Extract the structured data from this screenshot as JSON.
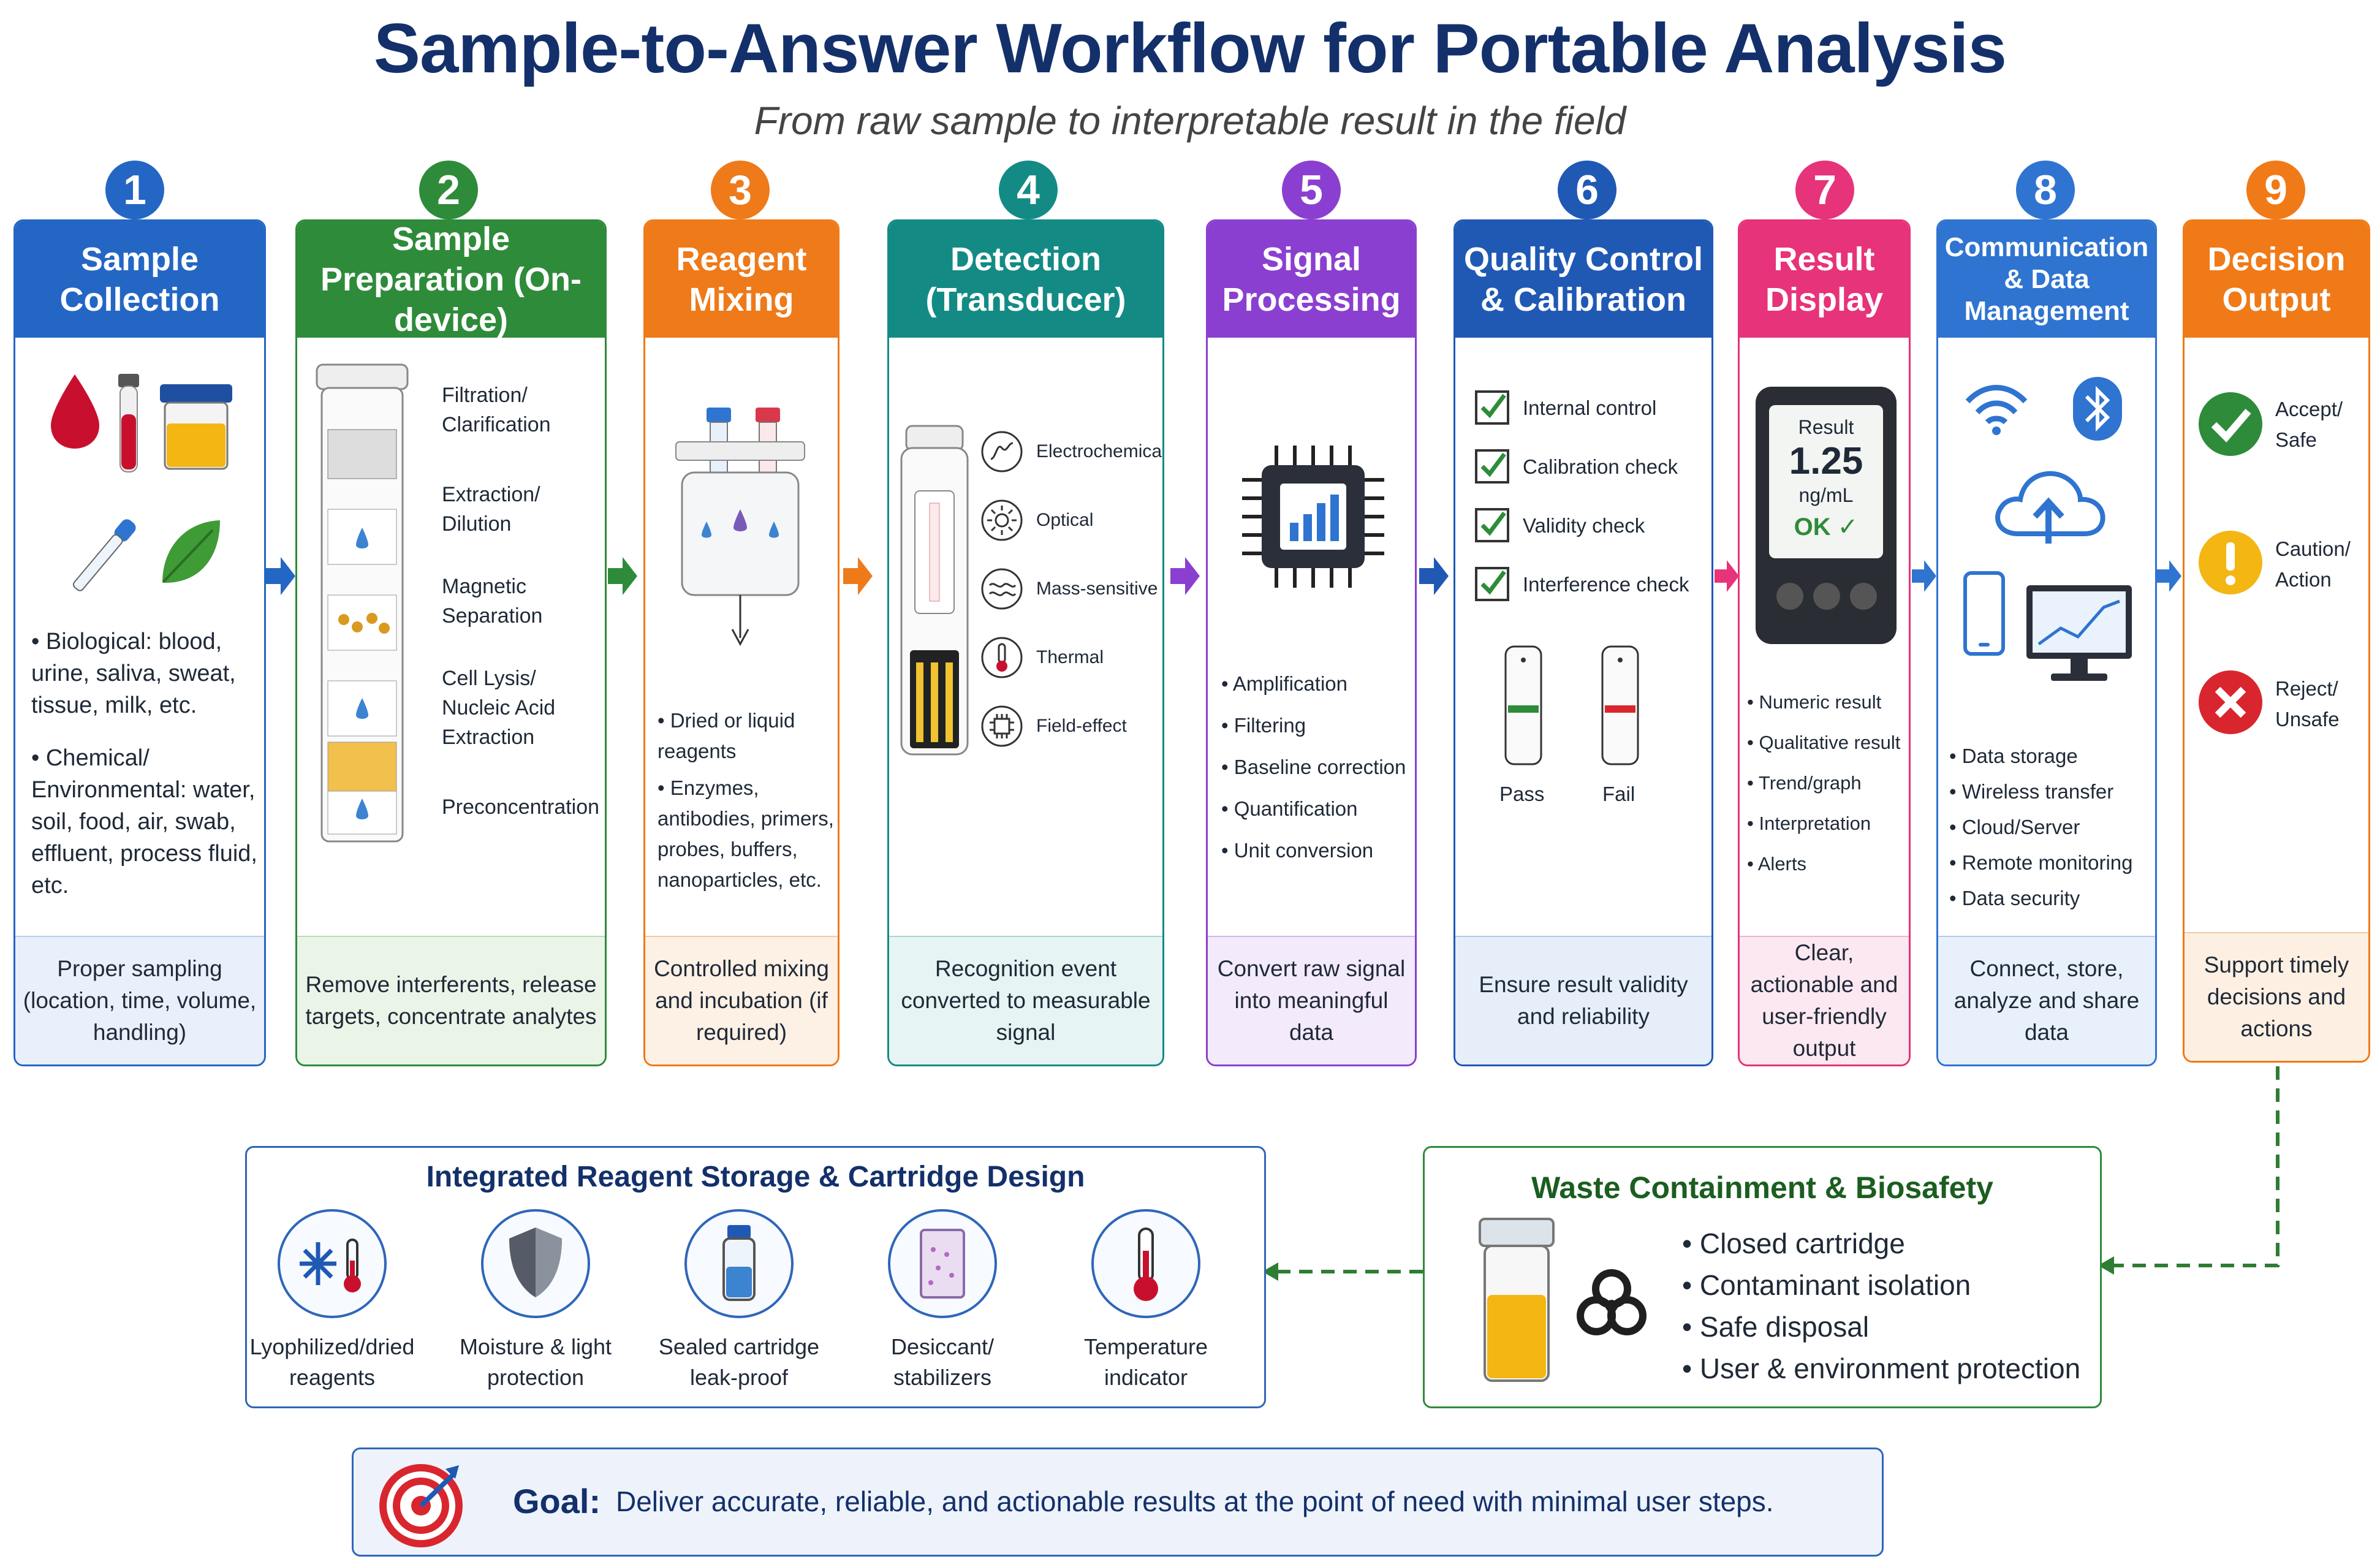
{
  "header": {
    "title": "Sample-to-Answer Workflow for Portable Analysis",
    "subtitle": "From raw sample to interpretable result in the field"
  },
  "colors": {
    "blue": "#2466c4",
    "green": "#2e8b3a",
    "orange": "#ee7a1a",
    "teal": "#138b84",
    "purple": "#8b3fd0",
    "navy": "#1f59b4",
    "pink": "#e6337a",
    "lightblue": "#2f74d0",
    "deeporange": "#f07a17"
  },
  "steps": [
    {
      "number": "1",
      "title": "Sample Collection",
      "bullets": [
        "Biological: blood, urine, saliva, sweat, tissue, milk, etc.",
        "Chemical/ Environmental: water, soil, food, air, swab, effluent, process fluid, etc."
      ],
      "footer": "Proper sampling (location, time, volume, handling)"
    },
    {
      "number": "2",
      "title": "Sample Preparation (On-device)",
      "labels": [
        "Filtration/ Clarification",
        "Extraction/ Dilution",
        "Magnetic Separation",
        "Cell Lysis/ Nucleic Acid Extraction",
        "Preconcentration"
      ],
      "footer": "Remove interferents, release targets, concentrate analytes"
    },
    {
      "number": "3",
      "title": "Reagent Mixing",
      "bullets": [
        "Dried or liquid reagents",
        "Enzymes, antibodies, primers, probes, buffers, nanoparticles, etc."
      ],
      "footer": "Controlled mixing and incubation (if required)"
    },
    {
      "number": "4",
      "title": "Detection (Transducer)",
      "labels": [
        "Electrochemical",
        "Optical",
        "Mass-sensitive",
        "Thermal",
        "Field-effect"
      ],
      "footer": "Recognition event converted to measurable signal"
    },
    {
      "number": "5",
      "title": "Signal Processing",
      "bullets": [
        "Amplification",
        "Filtering",
        "Baseline correction",
        "Quantification",
        "Unit conversion"
      ],
      "footer": "Convert raw signal into meaningful data"
    },
    {
      "number": "6",
      "title": "Quality Control & Calibration",
      "checks": [
        "Internal control",
        "Calibration check",
        "Validity check",
        "Interference check"
      ],
      "strips": [
        "Pass",
        "Fail"
      ],
      "footer": "Ensure result validity and reliability"
    },
    {
      "number": "7",
      "title": "Result Display",
      "screen": {
        "label": "Result",
        "value": "1.25",
        "unit": "ng/mL",
        "status": "OK ✓"
      },
      "bullets": [
        "Numeric result",
        "Qualitative result",
        "Trend/graph",
        "Interpretation",
        "Alerts"
      ],
      "footer": "Clear, actionable and user-friendly output"
    },
    {
      "number": "8",
      "title": "Communication & Data Management",
      "bullets": [
        "Data storage",
        "Wireless transfer",
        "Cloud/Server",
        "Remote monitoring",
        "Data security"
      ],
      "footer": "Connect, store, analyze and share data"
    },
    {
      "number": "9",
      "title": "Decision Output",
      "decisions": [
        "Accept/ Safe",
        "Caution/ Action",
        "Reject/ Unsafe"
      ],
      "footer": "Support timely decisions and actions"
    }
  ],
  "storage": {
    "title": "Integrated Reagent Storage & Cartridge Design",
    "items": [
      "Lyophilized/dried reagents",
      "Moisture & light protection",
      "Sealed cartridge leak-proof",
      "Desiccant/ stabilizers",
      "Temperature indicator"
    ]
  },
  "waste": {
    "title": "Waste Containment & Biosafety",
    "bullets": [
      "Closed cartridge",
      "Contaminant isolation",
      "Safe disposal",
      "User & environment protection"
    ]
  },
  "goal": {
    "label": "Goal:",
    "text": "Deliver accurate, reliable, and actionable results at the point of need with minimal user steps."
  }
}
